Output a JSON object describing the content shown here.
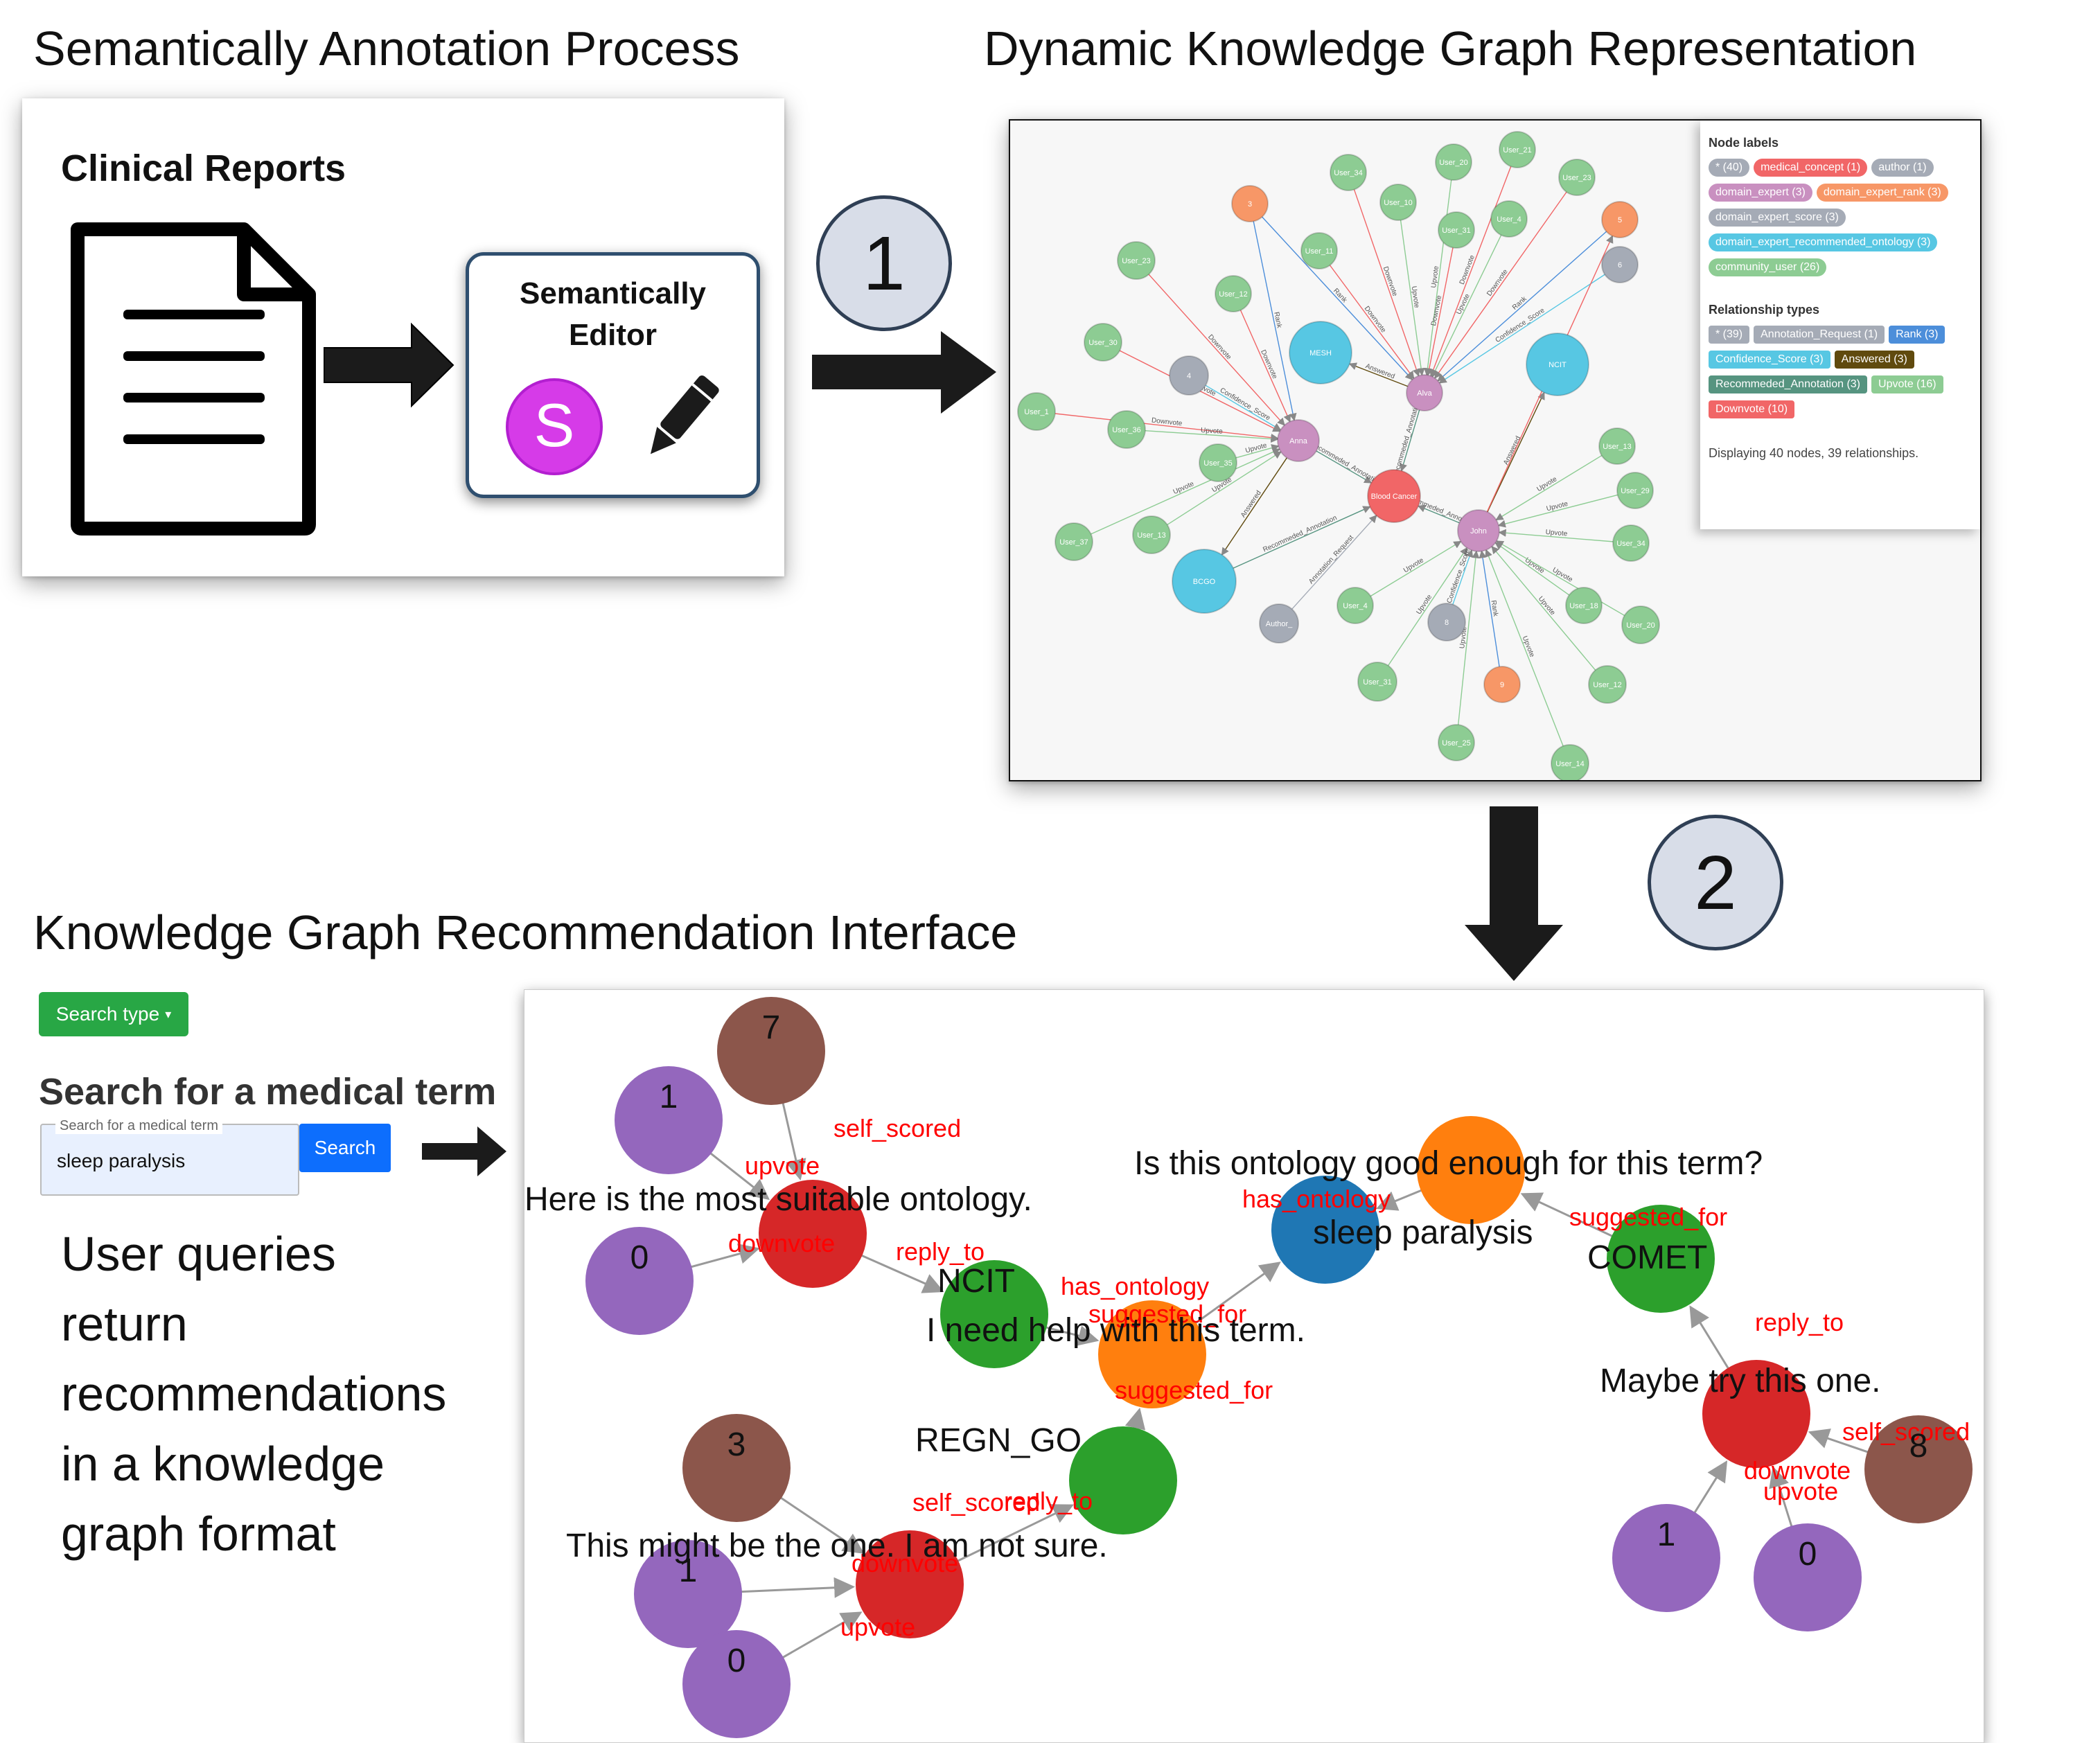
{
  "titles": {
    "annotation": "Semantically Annotation Process",
    "dynamic_kg": "Dynamic Knowledge Graph Representation",
    "recommendation": "Knowledge Graph Recommendation Interface"
  },
  "annotation_card": {
    "title": "Clinical Reports",
    "editor_line1": "Semantically",
    "editor_line2": "Editor",
    "logo_letter": "S"
  },
  "steps": {
    "one": "1",
    "two": "2"
  },
  "kg_legend": {
    "node_labels_title": "Node labels",
    "node_labels": [
      {
        "label": "* (40)",
        "color": "#a5abb6"
      },
      {
        "label": "medical_concept (1)",
        "color": "#f16667"
      },
      {
        "label": "author (1)",
        "color": "#a5abb6"
      },
      {
        "label": "domain_expert (3)",
        "color": "#c990c0"
      },
      {
        "label": "domain_expert_rank (3)",
        "color": "#f79767"
      },
      {
        "label": "domain_expert_score (3)",
        "color": "#a5abb6"
      },
      {
        "label": "domain_expert_recommended_ontology (3)",
        "color": "#57c7e3"
      },
      {
        "label": "community_user (26)",
        "color": "#8dcc93"
      }
    ],
    "rel_types_title": "Relationship types",
    "rel_types": [
      {
        "label": "* (39)",
        "color": "#a5abb6"
      },
      {
        "label": "Annotation_Request (1)",
        "color": "#a5abb6"
      },
      {
        "label": "Rank (3)",
        "color": "#4c8eda"
      },
      {
        "label": "Confidence_Score (3)",
        "color": "#57c7e3"
      },
      {
        "label": "Answered (3)",
        "color": "#604a0e"
      },
      {
        "label": "Recommeded_Annotation (3)",
        "color": "#569480"
      },
      {
        "label": "Upvote (16)",
        "color": "#8dcc93"
      },
      {
        "label": "Downvote (10)",
        "color": "#f16667"
      }
    ],
    "footer": "Displaying 40 nodes, 39 relationships."
  },
  "kg_nodes": [
    {
      "id": "mesh",
      "label": "MESH",
      "color": "#57c7e3"
    },
    {
      "id": "ncit",
      "label": "NCIT",
      "color": "#57c7e3"
    },
    {
      "id": "bcgo",
      "label": "BCGO",
      "color": "#57c7e3"
    },
    {
      "id": "blood",
      "label": "Blood Cancer",
      "color": "#f16667"
    },
    {
      "id": "anna",
      "label": "Anna",
      "color": "#c990c0"
    },
    {
      "id": "alva",
      "label": "Alva",
      "color": "#c990c0"
    },
    {
      "id": "john",
      "label": "John",
      "color": "#c990c0"
    },
    {
      "id": "author",
      "label": "Author_",
      "color": "#a5abb6"
    },
    {
      "id": "n4",
      "label": "4",
      "color": "#a5abb6"
    },
    {
      "id": "n6",
      "label": "6",
      "color": "#a5abb6"
    },
    {
      "id": "n8",
      "label": "8",
      "color": "#a5abb6"
    },
    {
      "id": "r3",
      "label": "3",
      "color": "#f79767"
    },
    {
      "id": "r5",
      "label": "5",
      "color": "#f79767"
    },
    {
      "id": "r9",
      "label": "9",
      "color": "#f79767"
    },
    {
      "id": "u34",
      "label": "User_34",
      "color": "#8dcc93"
    },
    {
      "id": "u20a",
      "label": "User_20",
      "color": "#8dcc93"
    },
    {
      "id": "u21",
      "label": "User_21",
      "color": "#8dcc93"
    },
    {
      "id": "u10",
      "label": "User_10",
      "color": "#8dcc93"
    },
    {
      "id": "u31a",
      "label": "User_31",
      "color": "#8dcc93"
    },
    {
      "id": "u23b",
      "label": "User_23",
      "color": "#8dcc93"
    },
    {
      "id": "u4a",
      "label": "User_4",
      "color": "#8dcc93"
    },
    {
      "id": "u11",
      "label": "User_11",
      "color": "#8dcc93"
    },
    {
      "id": "u23a",
      "label": "User_23",
      "color": "#8dcc93"
    },
    {
      "id": "u12a",
      "label": "User_12",
      "color": "#8dcc93"
    },
    {
      "id": "u30",
      "label": "User_30",
      "color": "#8dcc93"
    },
    {
      "id": "u1",
      "label": "User_1",
      "color": "#8dcc93"
    },
    {
      "id": "u36",
      "label": "User_36",
      "color": "#8dcc93"
    },
    {
      "id": "u35",
      "label": "User_35",
      "color": "#8dcc93"
    },
    {
      "id": "u37",
      "label": "User_37",
      "color": "#8dcc93"
    },
    {
      "id": "u13a",
      "label": "User_13",
      "color": "#8dcc93"
    },
    {
      "id": "u4b",
      "label": "User_4",
      "color": "#8dcc93"
    },
    {
      "id": "u31b",
      "label": "User_31",
      "color": "#8dcc93"
    },
    {
      "id": "u25",
      "label": "User_25",
      "color": "#8dcc93"
    },
    {
      "id": "u14",
      "label": "User_14",
      "color": "#8dcc93"
    },
    {
      "id": "u12b",
      "label": "User_12",
      "color": "#8dcc93"
    },
    {
      "id": "u18",
      "label": "User_18",
      "color": "#8dcc93"
    },
    {
      "id": "u20b",
      "label": "User_20",
      "color": "#8dcc93"
    },
    {
      "id": "u34b",
      "label": "User_34",
      "color": "#8dcc93"
    },
    {
      "id": "u29",
      "label": "User_29",
      "color": "#8dcc93"
    },
    {
      "id": "u13b",
      "label": "User_13",
      "color": "#8dcc93"
    }
  ],
  "kg_edges": [
    {
      "from": "u34",
      "to": "alva",
      "label": "Downvote",
      "color": "#f16667"
    },
    {
      "from": "u20a",
      "to": "alva",
      "label": "Upvote",
      "color": "#8dcc93"
    },
    {
      "from": "u21",
      "to": "alva",
      "label": "Downvote",
      "color": "#f16667"
    },
    {
      "from": "u10",
      "to": "alva",
      "label": "Upvote",
      "color": "#8dcc93"
    },
    {
      "from": "u31a",
      "to": "alva",
      "label": "Downvote",
      "color": "#f16667"
    },
    {
      "from": "u23b",
      "to": "alva",
      "label": "Downvote",
      "color": "#f16667"
    },
    {
      "from": "u4a",
      "to": "alva",
      "label": "Upvote",
      "color": "#8dcc93"
    },
    {
      "from": "u11",
      "to": "alva",
      "label": "Downvote",
      "color": "#f16667"
    },
    {
      "from": "r3",
      "to": "alva",
      "label": "Rank",
      "color": "#4c8eda"
    },
    {
      "from": "r5",
      "to": "alva",
      "label": "Rank",
      "color": "#4c8eda"
    },
    {
      "from": "n6",
      "to": "alva",
      "label": "Confidence_Score",
      "color": "#57c7e3"
    },
    {
      "from": "alva",
      "to": "mesh",
      "label": "Answered",
      "color": "#604a0e"
    },
    {
      "from": "alva",
      "to": "blood",
      "label": "Recommeded_Annotation",
      "color": "#569480"
    },
    {
      "from": "u23a",
      "to": "anna",
      "label": "Downvote",
      "color": "#f16667"
    },
    {
      "from": "u12a",
      "to": "anna",
      "label": "Downvote",
      "color": "#f16667"
    },
    {
      "from": "u30",
      "to": "anna",
      "label": "Downvote",
      "color": "#f16667"
    },
    {
      "from": "u1",
      "to": "anna",
      "label": "Downvote",
      "color": "#f16667"
    },
    {
      "from": "u36",
      "to": "anna",
      "label": "Upvote",
      "color": "#8dcc93"
    },
    {
      "from": "u35",
      "to": "anna",
      "label": "Upvote",
      "color": "#8dcc93"
    },
    {
      "from": "n4",
      "to": "anna",
      "label": "Confidence_Score",
      "color": "#57c7e3"
    },
    {
      "from": "r3",
      "to": "anna",
      "label": "Rank",
      "color": "#4c8eda"
    },
    {
      "from": "u37",
      "to": "anna",
      "label": "Upvote",
      "color": "#8dcc93"
    },
    {
      "from": "u13a",
      "to": "anna",
      "label": "Upvote",
      "color": "#8dcc93"
    },
    {
      "from": "anna",
      "to": "bcgo",
      "label": "Answered",
      "color": "#604a0e"
    },
    {
      "from": "anna",
      "to": "blood",
      "label": "Recommeded_Annotation",
      "color": "#569480"
    },
    {
      "from": "bcgo",
      "to": "blood",
      "label": "Recommeded_Annotation",
      "color": "#569480"
    },
    {
      "from": "author",
      "to": "blood",
      "label": "Annotation_Request",
      "color": "#a5abb6"
    },
    {
      "from": "john",
      "to": "ncit",
      "label": "Answered",
      "color": "#604a0e"
    },
    {
      "from": "john",
      "to": "blood",
      "label": "Recommeded_Annotation",
      "color": "#569480"
    },
    {
      "from": "u4b",
      "to": "john",
      "label": "Upvote",
      "color": "#8dcc93"
    },
    {
      "from": "u31b",
      "to": "john",
      "label": "Upvote",
      "color": "#8dcc93"
    },
    {
      "from": "u25",
      "to": "john",
      "label": "Upvote",
      "color": "#8dcc93"
    },
    {
      "from": "u14",
      "to": "john",
      "label": "Upvote",
      "color": "#8dcc93"
    },
    {
      "from": "u12b",
      "to": "john",
      "label": "Upvote",
      "color": "#8dcc93"
    },
    {
      "from": "u18",
      "to": "john",
      "label": "Upvote",
      "color": "#8dcc93"
    },
    {
      "from": "u20b",
      "to": "john",
      "label": "Upvote",
      "color": "#8dcc93"
    },
    {
      "from": "u34b",
      "to": "john",
      "label": "Upvote",
      "color": "#8dcc93"
    },
    {
      "from": "u29",
      "to": "john",
      "label": "Upvote",
      "color": "#8dcc93"
    },
    {
      "from": "u13b",
      "to": "john",
      "label": "Upvote",
      "color": "#8dcc93"
    },
    {
      "from": "n8",
      "to": "john",
      "label": "Confidence_Score",
      "color": "#57c7e3"
    },
    {
      "from": "r9",
      "to": "john",
      "label": "Rank",
      "color": "#4c8eda"
    },
    {
      "from": "john",
      "to": "r5",
      "label": "Downvote",
      "color": "#f16667"
    }
  ],
  "search_ui": {
    "search_type_button": "Search type",
    "heading": "Search for a medical term",
    "input_label": "Search for a medical term",
    "input_value": "sleep paralysis",
    "search_button": "Search"
  },
  "description": [
    "User queries",
    "return",
    "recommendations",
    "in a knowledge",
    "graph format"
  ],
  "rec_nodes": [
    {
      "id": "q",
      "label": "sleep paralysis",
      "color": "#1f77b4"
    },
    {
      "id": "p_help",
      "label": "I need help with this term.",
      "color": "#ff7f0e"
    },
    {
      "id": "p_good",
      "label": "Is this ontology good enough for this term?",
      "color": "#ff7f0e"
    },
    {
      "id": "ncit",
      "label": "NCIT",
      "color": "#2ca02c"
    },
    {
      "id": "regn",
      "label": "REGN_GO",
      "color": "#2ca02c"
    },
    {
      "id": "comet",
      "label": "COMET",
      "color": "#2ca02c"
    },
    {
      "id": "a1",
      "label": "Here is the most suitable ontology.",
      "color": "#d62728"
    },
    {
      "id": "a2",
      "label": "This might be the one. I am not sure.",
      "color": "#d62728"
    },
    {
      "id": "a3",
      "label": "Maybe try this one.",
      "color": "#d62728"
    },
    {
      "id": "s7",
      "label": "7",
      "color": "#8c564b"
    },
    {
      "id": "s3",
      "label": "3",
      "color": "#8c564b"
    },
    {
      "id": "s8",
      "label": "8",
      "color": "#8c564b"
    },
    {
      "id": "v1a",
      "label": "1",
      "color": "#9467bd"
    },
    {
      "id": "v0a",
      "label": "0",
      "color": "#9467bd"
    },
    {
      "id": "v1b",
      "label": "1",
      "color": "#9467bd"
    },
    {
      "id": "v0b",
      "label": "0",
      "color": "#9467bd"
    },
    {
      "id": "v1c",
      "label": "1",
      "color": "#9467bd"
    },
    {
      "id": "v0c",
      "label": "0",
      "color": "#9467bd"
    }
  ],
  "rec_edges": [
    {
      "from": "s7",
      "to": "a1",
      "label": "self_scored"
    },
    {
      "from": "v1a",
      "to": "a1",
      "label": "upvote"
    },
    {
      "from": "v0a",
      "to": "a1",
      "label": "downvote"
    },
    {
      "from": "a1",
      "to": "ncit",
      "label": "reply_to"
    },
    {
      "from": "ncit",
      "to": "p_help",
      "label": "suggested_for"
    },
    {
      "from": "regn",
      "to": "p_help",
      "label": "suggested_for"
    },
    {
      "from": "p_help",
      "to": "q",
      "label": "has_ontology"
    },
    {
      "from": "p_good",
      "to": "q",
      "label": "has_ontology"
    },
    {
      "from": "comet",
      "to": "p_good",
      "label": "suggested_for"
    },
    {
      "from": "a3",
      "to": "comet",
      "label": "reply_to"
    },
    {
      "from": "a2",
      "to": "regn",
      "label": "reply_to"
    },
    {
      "from": "s3",
      "to": "a2",
      "label": "self_scored"
    },
    {
      "from": "v1b",
      "to": "a2",
      "label": "downvote"
    },
    {
      "from": "v0b",
      "to": "a2",
      "label": "upvote"
    },
    {
      "from": "s8",
      "to": "a3",
      "label": "self_scored"
    },
    {
      "from": "v1c",
      "to": "a3",
      "label": "downvote"
    },
    {
      "from": "v0c",
      "to": "a3",
      "label": "upvote"
    }
  ]
}
